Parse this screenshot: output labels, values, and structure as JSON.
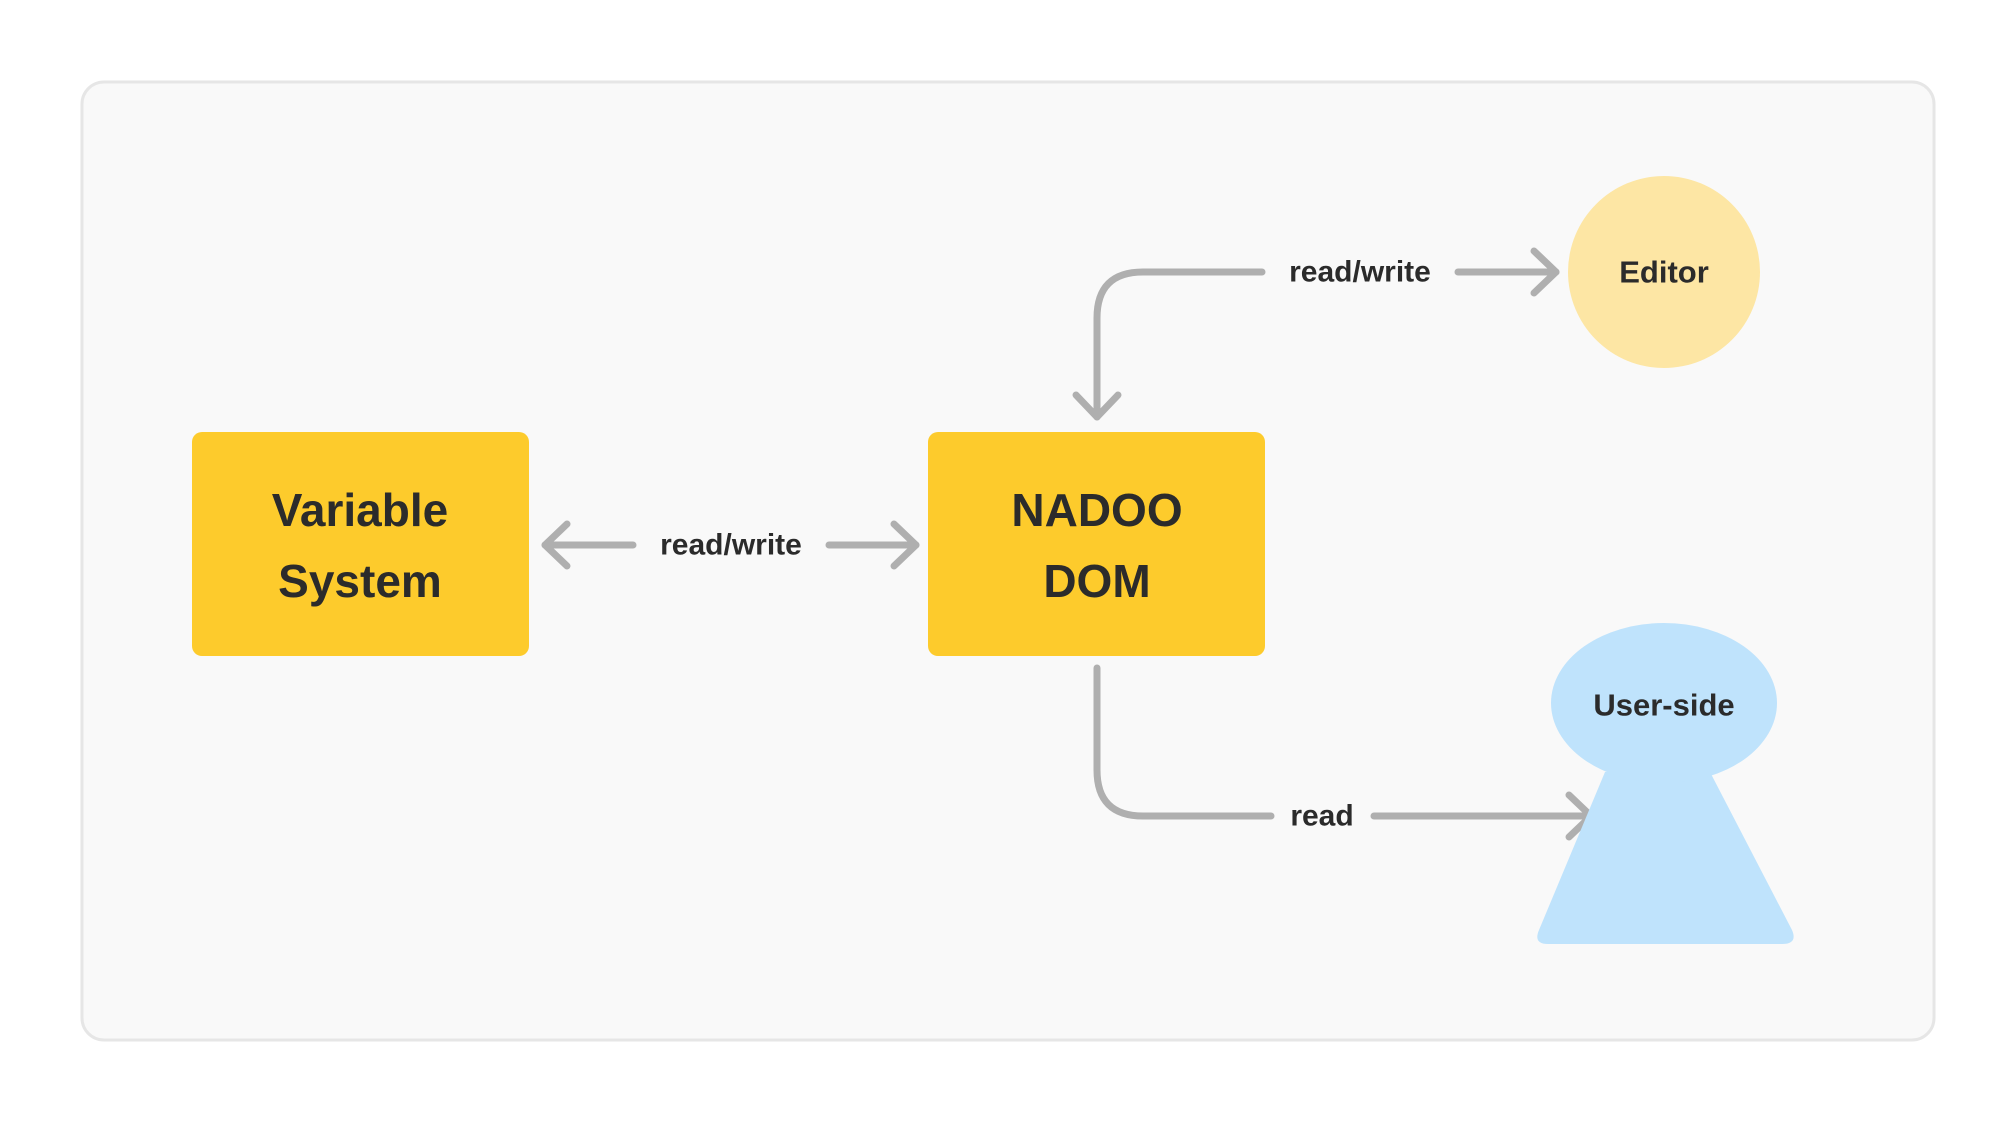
{
  "nodes": {
    "variable_system": {
      "line1": "Variable",
      "line2": "System",
      "color": "#FDCB2C"
    },
    "nadoo_dom": {
      "line1": "NADOO",
      "line2": "DOM",
      "color": "#FDCB2C"
    },
    "editor": {
      "label": "Editor",
      "color": "#FDE6A4"
    },
    "user_side": {
      "label": "User-side",
      "color": "#BFE3FC"
    }
  },
  "edges": {
    "variable_to_dom": {
      "label": "read/write"
    },
    "dom_to_editor": {
      "label": "read/write"
    },
    "dom_to_user": {
      "label": "read"
    }
  },
  "colors": {
    "frame_fill": "#F9F9F9",
    "frame_border": "#E6E6E6",
    "connector": "#AFAFAF",
    "text": "#2B2B2B"
  }
}
